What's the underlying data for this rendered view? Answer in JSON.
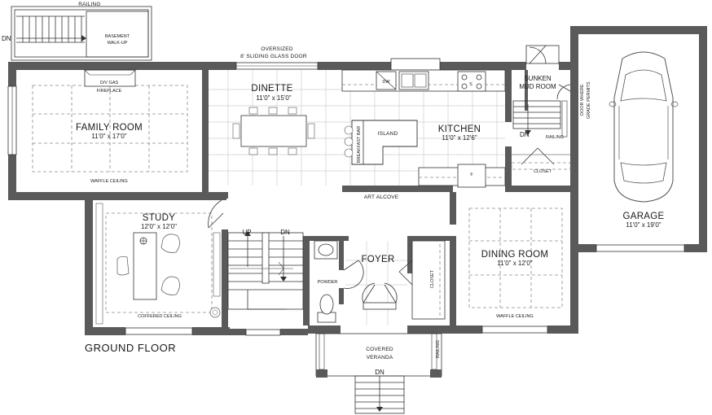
{
  "floor_title": "GROUND FLOOR",
  "colors": {
    "wall": "#5a5a5a",
    "line": "#333333",
    "tile": "#cfcfcf",
    "dashed": "#8a8a8a"
  },
  "labels": {
    "railing_top": "RAILING",
    "dn_left": "DN",
    "basement_walkup_1": "BASEMENT",
    "basement_walkup_2": "WALK-UP",
    "sliding_door_1": "OVERSIZED",
    "sliding_door_2": "8' SLIDING GLASS DOOR",
    "dv_gas": "D/V GAS",
    "fireplace": "FIREPLACE",
    "family_room": "FAMILY ROOM",
    "family_room_dim": "11'0\" x 17'0\"",
    "waffle_ceiling_family": "WAFFLE CEILING",
    "dinette": "DINETTE",
    "dinette_dim": "11'0\" x 15'0\"",
    "dw": "DW",
    "s": "S",
    "breakfast_bar": "BREAKFAST BAR",
    "island": "ISLAND",
    "kitchen": "KITCHEN",
    "kitchen_dim": "11'0\" x 12'6\"",
    "f": "F",
    "sunken_1": "SUNKEN",
    "sunken_2": "MUD ROOM",
    "dn_mud": "DN",
    "railing_mud": "RAILING",
    "closet_mud": "CLOSET",
    "door_grade_1": "DOOR WHERE",
    "door_grade_2": "GRADE PERMITS",
    "garage": "GARAGE",
    "garage_dim": "11'0\" x 19'0\"",
    "art_alcove": "ART ALCOVE",
    "study": "STUDY",
    "study_dim": "12'0\" x 12'0\"",
    "coffered_ceiling": "COFFERED CEILING",
    "up": "UP",
    "dn_stair": "DN",
    "powder": "POWDER",
    "foyer": "FOYER",
    "closet_foyer": "CLOSET",
    "dining_room": "DINING ROOM",
    "dining_room_dim": "11'0\" x 12'0\"",
    "waffle_ceiling_dining": "WAFFLE CEILING",
    "covered_1": "COVERED",
    "covered_2": "VERANDA",
    "railing_veranda": "RAILING",
    "dn_veranda": "DN"
  }
}
